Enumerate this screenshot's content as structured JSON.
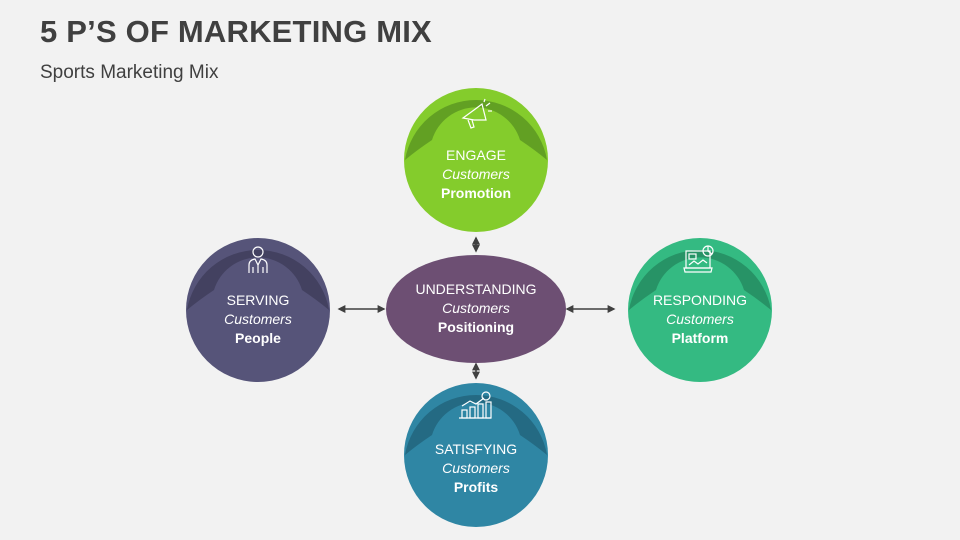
{
  "header": {
    "title": "5 P’S OF MARKETING MIX",
    "subtitle": "Sports Marketing Mix"
  },
  "center": {
    "line1": "UNDERSTANDING",
    "line2": "Customers",
    "line3": "Positioning",
    "color": "#6d4f73"
  },
  "nodes": {
    "top": {
      "line1": "ENGAGE",
      "line2": "Customers",
      "line3": "Promotion",
      "icon": "megaphone-icon",
      "color": "#84cc2c",
      "cap_color": "#62a023"
    },
    "left": {
      "line1": "SERVING",
      "line2": "Customers",
      "line3": "People",
      "icon": "businessman-icon",
      "color": "#565479",
      "cap_color": "#434160"
    },
    "right": {
      "line1": "RESPONDING",
      "line2": "Customers",
      "line3": "Platform",
      "icon": "laptop-analytics-icon",
      "color": "#34ba82",
      "cap_color": "#279366"
    },
    "bottom": {
      "line1": "SATISFYING",
      "line2": "Customers",
      "line3": "Profits",
      "icon": "growth-chart-icon",
      "color": "#2f86a4",
      "cap_color": "#246a83"
    }
  },
  "connectors": {
    "style": "double-arrow",
    "color": "#404040"
  }
}
